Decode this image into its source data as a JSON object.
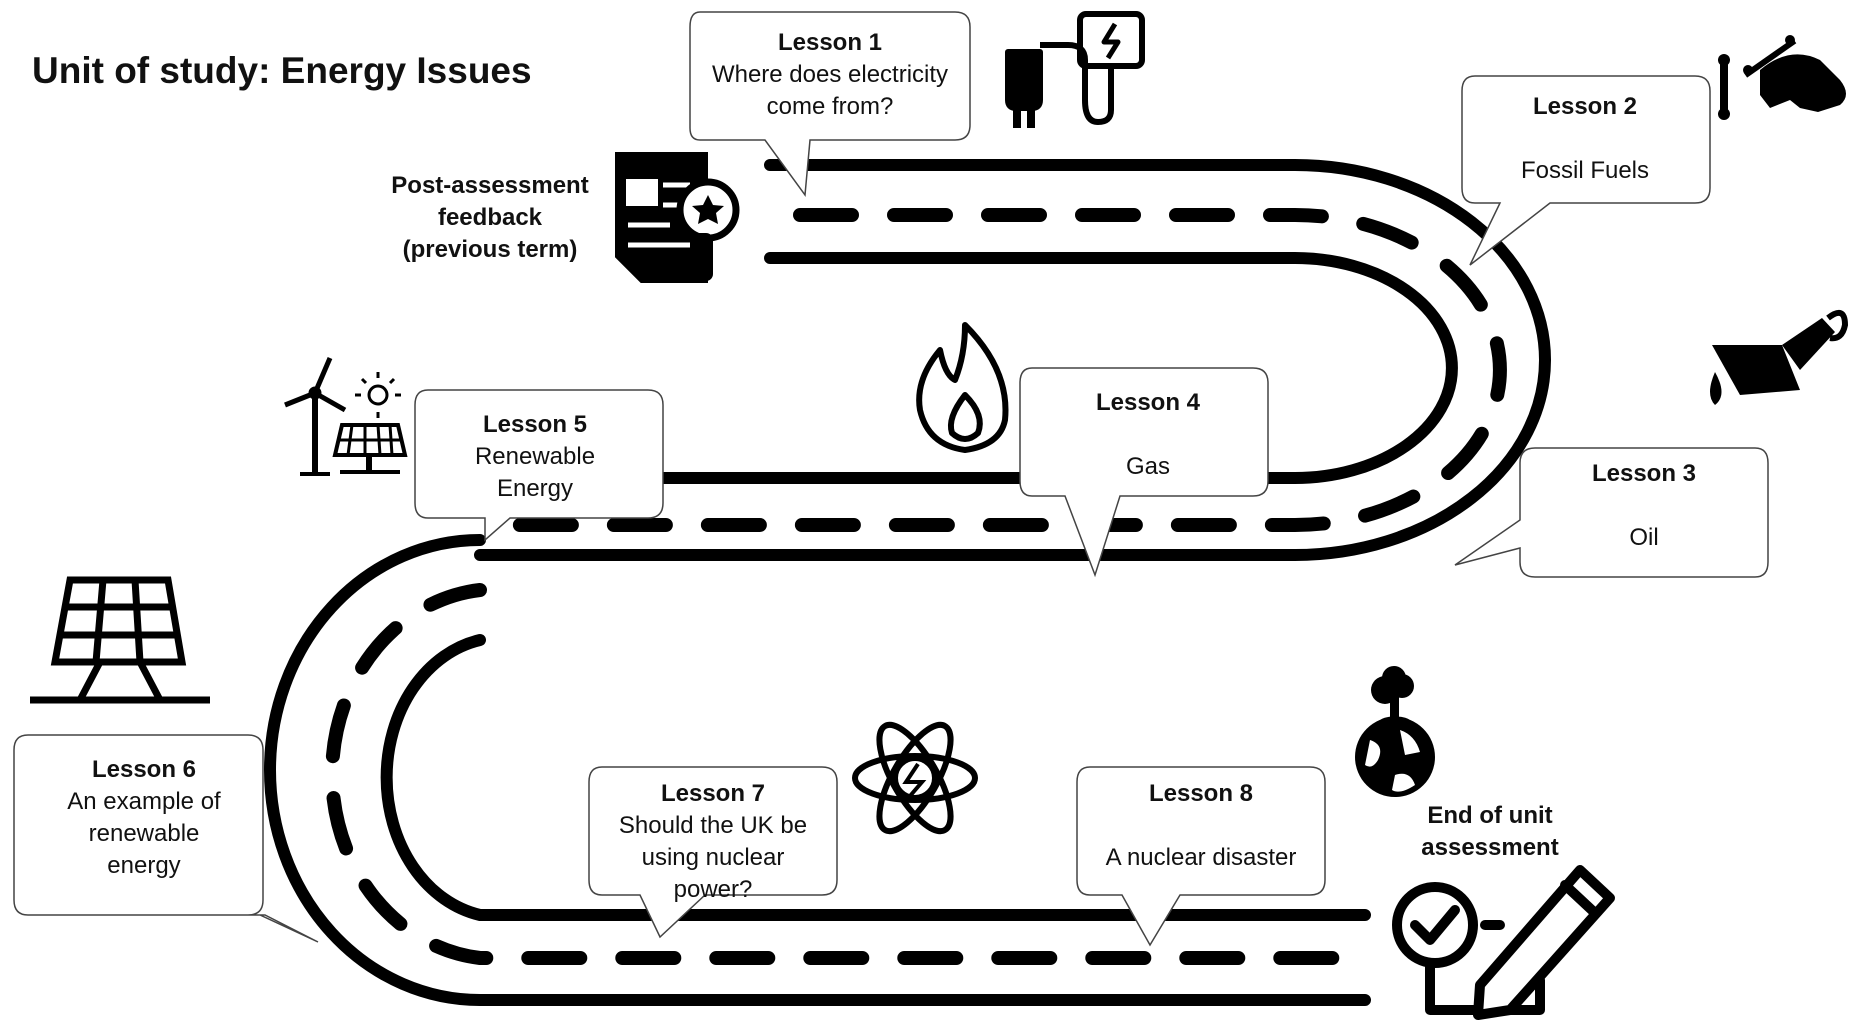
{
  "title": "Unit of study: Energy Issues",
  "pre_label": [
    "Post-assessment",
    "feedback",
    "(previous term)"
  ],
  "end_label": [
    "End of unit",
    "assessment"
  ],
  "lessons": [
    {
      "title": "Lesson 1",
      "lines": [
        "Where does electricity",
        "come from?"
      ]
    },
    {
      "title": "Lesson 2",
      "lines": [
        "",
        "Fossil Fuels"
      ]
    },
    {
      "title": "Lesson 3",
      "lines": [
        "",
        "Oil"
      ]
    },
    {
      "title": "Lesson 4",
      "lines": [
        "",
        "Gas"
      ]
    },
    {
      "title": "Lesson 5",
      "lines": [
        "Renewable",
        "Energy"
      ]
    },
    {
      "title": "Lesson 6",
      "lines": [
        "An example of",
        "renewable",
        "energy"
      ]
    },
    {
      "title": "Lesson 7",
      "lines": [
        "Should the UK be",
        "using nuclear",
        "power?"
      ]
    },
    {
      "title": "Lesson 8",
      "lines": [
        "",
        "A nuclear disaster"
      ]
    }
  ],
  "icons": [
    "plug-icon",
    "dinosaur-skull-icon",
    "oil-can-icon",
    "flame-icon",
    "wind-solar-icon",
    "solar-panel-icon",
    "atom-icon",
    "nuclear-earth-icon",
    "report-icon",
    "checklist-pencil-icon"
  ]
}
